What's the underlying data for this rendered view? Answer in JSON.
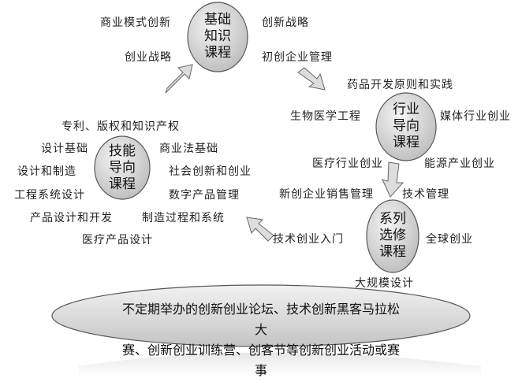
{
  "circles": {
    "basic": [
      "基础",
      "知识",
      "课程"
    ],
    "industry": [
      "行业",
      "导向",
      "课程"
    ],
    "skill": [
      "技能",
      "导向",
      "课程"
    ],
    "elective": [
      "系列",
      "选修",
      "课程"
    ]
  },
  "basic_items": [
    "商业模式创新",
    "创新战略",
    "创业战略",
    "初创企业管理"
  ],
  "industry_items": [
    "药品开发原则和实践",
    "生物医学工程",
    "媒体行业创业",
    "医疗行业创业",
    "能源产业创业"
  ],
  "elective_items": [
    "新创企业销售管理",
    "技术管理",
    "技术创业入门",
    "全球创业",
    "大规模设计"
  ],
  "skill_items": [
    "专利、版权和知识产权",
    "设计基础",
    "商业法基础",
    "设计和制造",
    "社会创新和创业",
    "工程系统设计",
    "数字产品管理",
    "产品设计和开发",
    "制造过程和系统",
    "医疗产品设计"
  ],
  "activities": [
    "不定期举办的创新创业论坛、技术创新黑客马拉松大",
    "赛、创新创业训练营、创客节等创新创业活动或赛事"
  ]
}
